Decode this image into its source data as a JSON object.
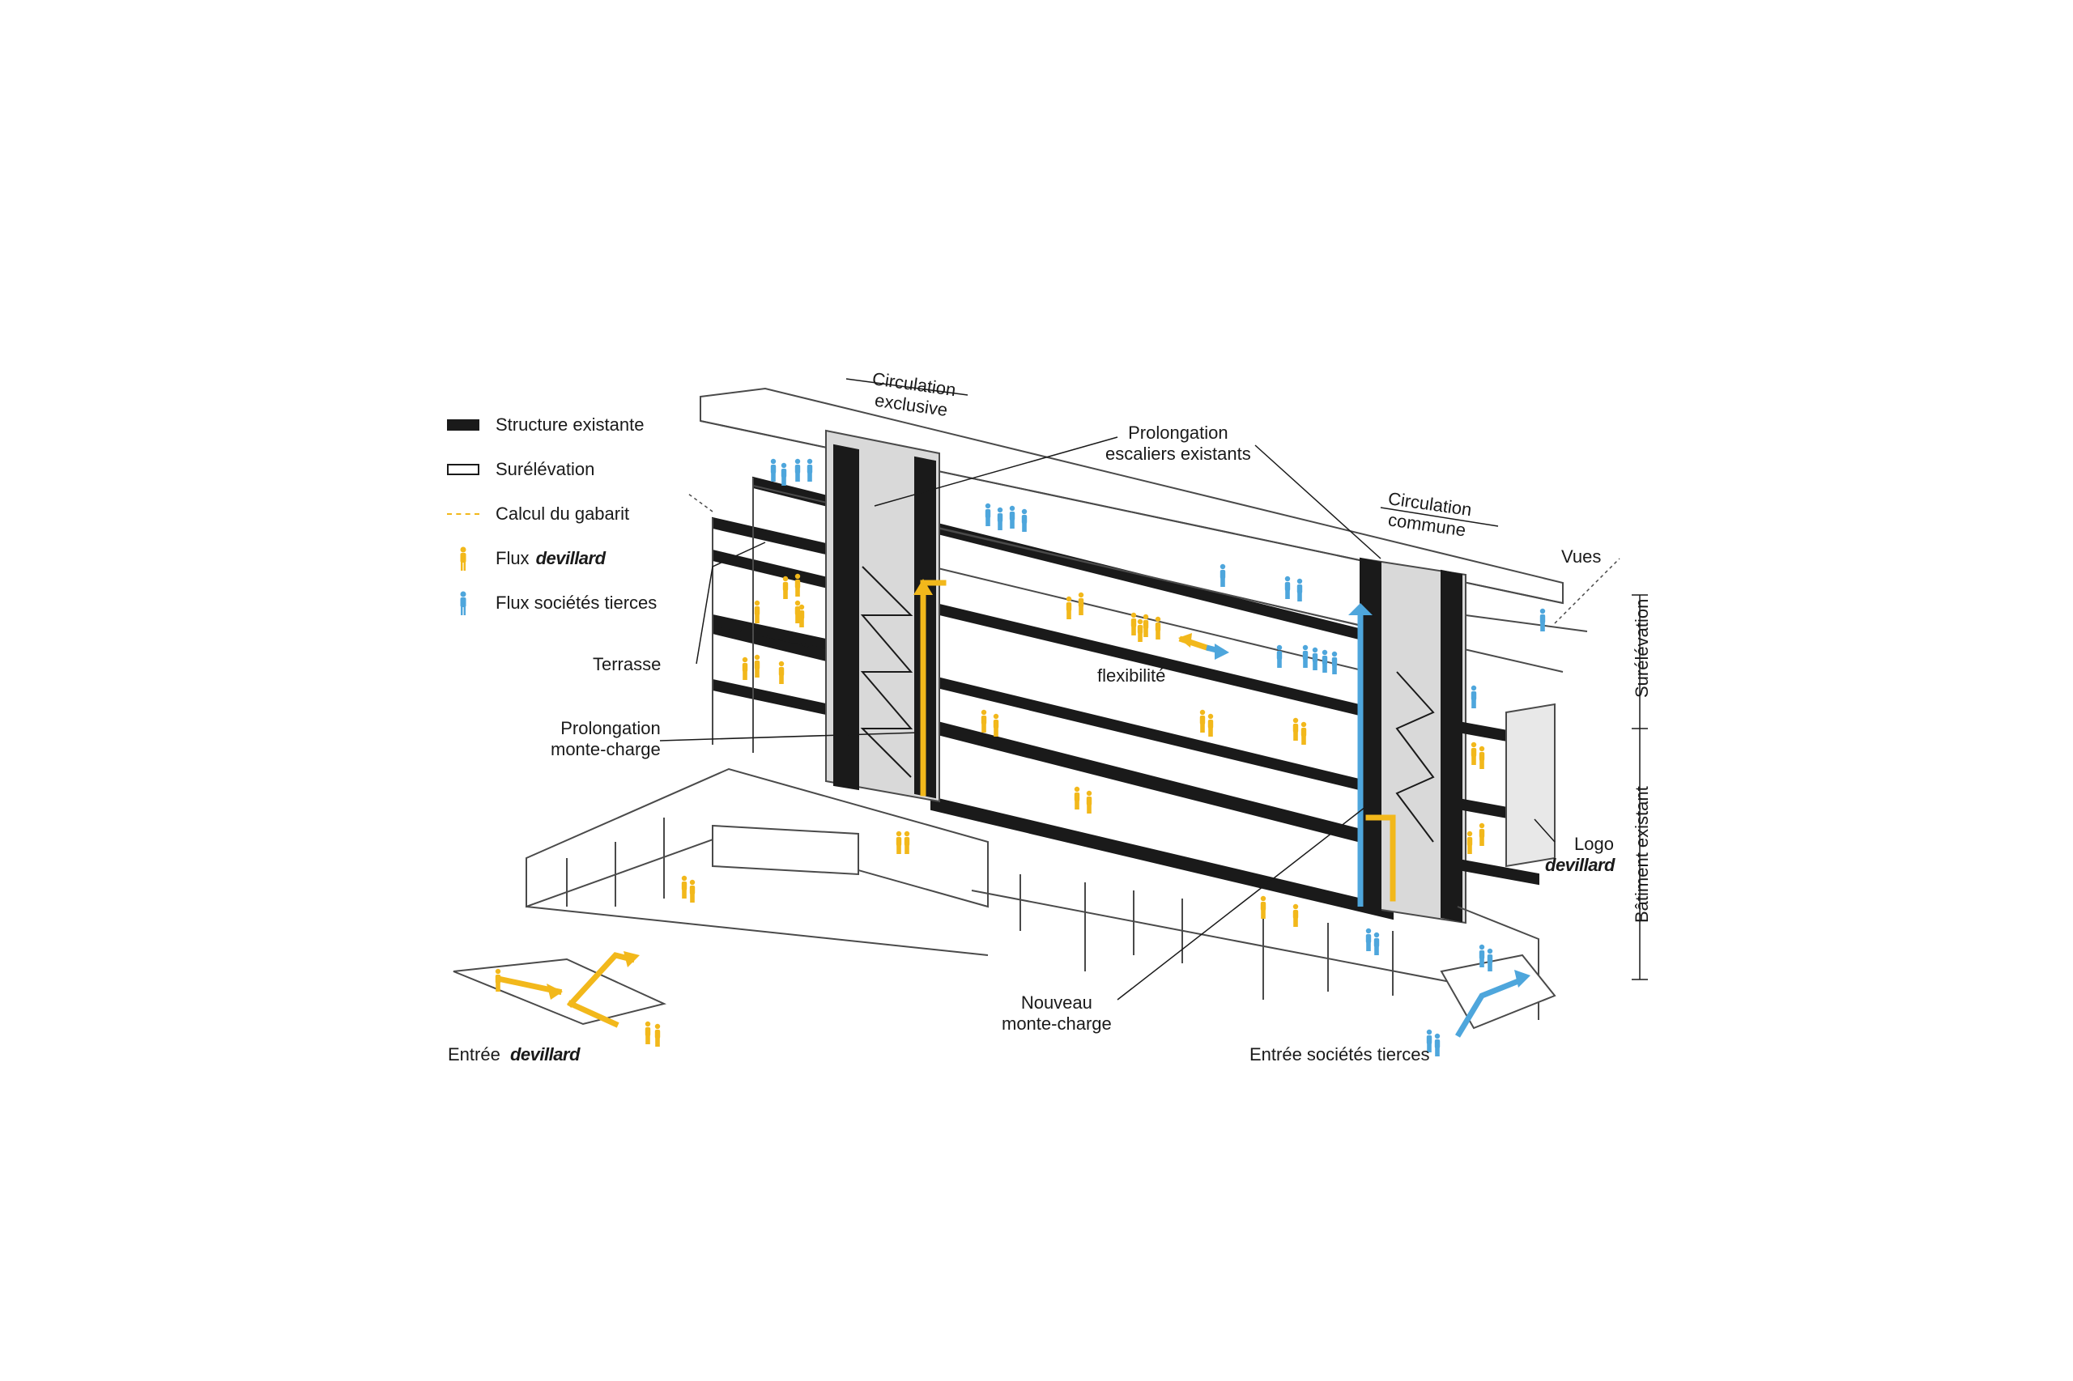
{
  "colors": {
    "structure": "#1a1a1a",
    "line": "#4a4a4a",
    "devillard_flow": "#f2b81b",
    "tiers_flow": "#4ea6dc",
    "shade": "#cfcfcf",
    "shade_dark": "#9c9c9c"
  },
  "legend": {
    "items": [
      {
        "label": "Structure existante",
        "swatch": "solid-black"
      },
      {
        "label": "Surélévation",
        "swatch": "outline"
      },
      {
        "label": "Calcul du gabarit",
        "swatch": "dashed-orange"
      },
      {
        "label": "Flux",
        "brand": "devillard",
        "swatch": "yellow-person-icon"
      },
      {
        "label": "Flux sociétés tierces",
        "swatch": "blue-person-icon"
      }
    ]
  },
  "labels": {
    "circulation_exclusive_1": "Circulation",
    "circulation_exclusive_2": "exclusive",
    "prolongation_escaliers_1": "Prolongation",
    "prolongation_escaliers_2": "escaliers existants",
    "circulation_commune_1": "Circulation",
    "circulation_commune_2": "commune",
    "vues": "Vues",
    "terrasse": "Terrasse",
    "prolongation_monte_1": "Prolongation",
    "prolongation_monte_2": "monte-charge",
    "flexibilite": "flexibilité",
    "logo": "Logo",
    "logo_brand": "devillard",
    "nouveau_monte_1": "Nouveau",
    "nouveau_monte_2": "monte-charge",
    "entree": "Entrée",
    "entree_brand": "devillard",
    "entree_tierces": "Entrée sociétés tierces",
    "surelevation_side": "Surélévation",
    "batiment_existant": "Bâtiment existant"
  }
}
